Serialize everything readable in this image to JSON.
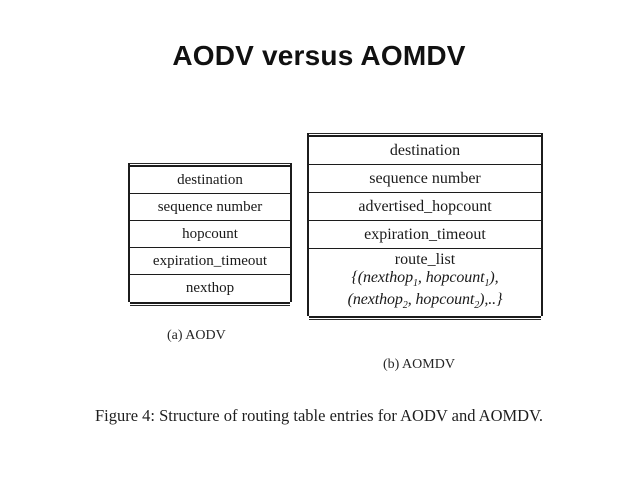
{
  "slide": {
    "title": "AODV versus AOMDV",
    "background_color": "#ffffff",
    "text_color": "#111111"
  },
  "figure": {
    "caption": "Figure 4: Structure of routing table entries for AODV and AOMDV.",
    "tables": [
      {
        "id": "aodv",
        "subcaption": "(a) AODV",
        "rows": [
          "destination",
          "sequence number",
          "hopcount",
          "expiration_timeout",
          "nexthop"
        ]
      },
      {
        "id": "aomdv",
        "subcaption": "(b) AOMDV",
        "rows": [
          "destination",
          "sequence number",
          "advertised_hopcount",
          "expiration_timeout"
        ],
        "route_list": {
          "label": "route_list",
          "expr_line1_pre": "{(nexthop",
          "expr_line1_sub1": "1",
          "expr_line1_mid": ", hopcount",
          "expr_line1_sub2": "1",
          "expr_line1_post": "),",
          "expr_line2_pre": "(nexthop",
          "expr_line2_sub1": "2",
          "expr_line2_mid": ", hopcount",
          "expr_line2_sub2": "2",
          "expr_line2_post": "),..}"
        }
      }
    ]
  }
}
